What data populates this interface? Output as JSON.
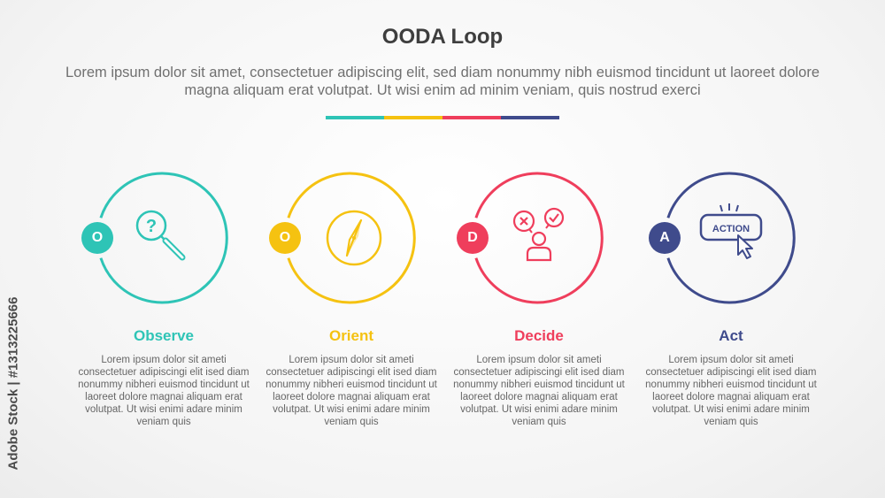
{
  "title": "OODA Loop",
  "subtitle": "Lorem ipsum dolor sit amet, consectetuer adipiscing elit, sed diam nonummy nibh euismod tincidunt ut laoreet dolore magna aliquam erat volutpat. Ut wisi enim ad minim veniam, quis nostrud exerci",
  "colors": {
    "observe": "#2ec4b6",
    "orient": "#f5c211",
    "decide": "#ef3e5c",
    "act": "#3f4b8c"
  },
  "steps": [
    {
      "letter": "O",
      "title": "Observe",
      "icon": "magnifier-question-icon",
      "description": "Lorem ipsum dolor sit ameti consectetuer adipiscingi elit ised diam nonummy nibheri euismod tincidunt ut laoreet dolore magnai aliquam erat volutpat. Ut wisi enimi adare minim veniam quis"
    },
    {
      "letter": "O",
      "title": "Orient",
      "icon": "compass-icon",
      "description": "Lorem ipsum dolor sit ameti consectetuer adipiscingi elit ised diam nonummy nibheri euismod tincidunt ut laoreet dolore magnai aliquam erat volutpat. Ut wisi enimi adare minim veniam quis"
    },
    {
      "letter": "D",
      "title": "Decide",
      "icon": "person-decision-icon",
      "description": "Lorem ipsum dolor sit ameti consectetuer adipiscingi elit ised diam nonummy nibheri euismod tincidunt ut laoreet dolore magnai aliquam erat volutpat. Ut wisi enimi adare minim veniam quis"
    },
    {
      "letter": "A",
      "title": "Act",
      "icon": "action-button-click-icon",
      "icon_text": "ACTION",
      "description": "Lorem ipsum dolor sit ameti consectetuer adipiscingi elit ised diam nonummy nibheri euismod tincidunt ut laoreet dolore magnai aliquam erat volutpat. Ut wisi enimi adare minim veniam quis"
    }
  ],
  "watermark": "Adobe Stock | #1313225666"
}
